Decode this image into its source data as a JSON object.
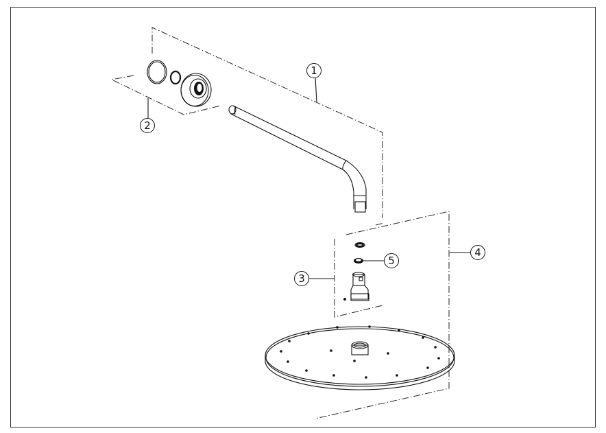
{
  "diagram": {
    "type": "exploded-parts-view",
    "callouts": [
      {
        "id": "callout-1",
        "label": "1"
      },
      {
        "id": "callout-2",
        "label": "2"
      },
      {
        "id": "callout-3",
        "label": "3"
      },
      {
        "id": "callout-4",
        "label": "4"
      },
      {
        "id": "callout-5",
        "label": "5"
      }
    ],
    "colors": {
      "line": "#111111",
      "background": "#ffffff"
    }
  }
}
